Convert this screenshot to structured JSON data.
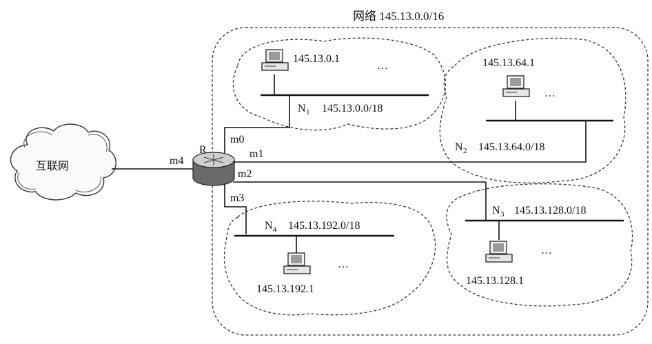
{
  "network_title": "网络 145.13.0.0/16",
  "internet_label": "互联网",
  "router_label": "R",
  "interfaces": {
    "m0": "m0",
    "m1": "m1",
    "m2": "m2",
    "m3": "m3",
    "m4": "m4"
  },
  "subnets": [
    {
      "name": "N",
      "sub": "1",
      "cidr": "145.13.0.0/18",
      "host": "145.13.0.1",
      "more": "…"
    },
    {
      "name": "N",
      "sub": "2",
      "cidr": "145.13.64.0/18",
      "host": "145.13.64.1",
      "more": "…"
    },
    {
      "name": "N",
      "sub": "3",
      "cidr": "145.13.128.0/18",
      "host": "145.13.128.1",
      "more": "…"
    },
    {
      "name": "N",
      "sub": "4",
      "cidr": "145.13.192.0/18",
      "host": "145.13.192.1",
      "more": "…"
    }
  ]
}
